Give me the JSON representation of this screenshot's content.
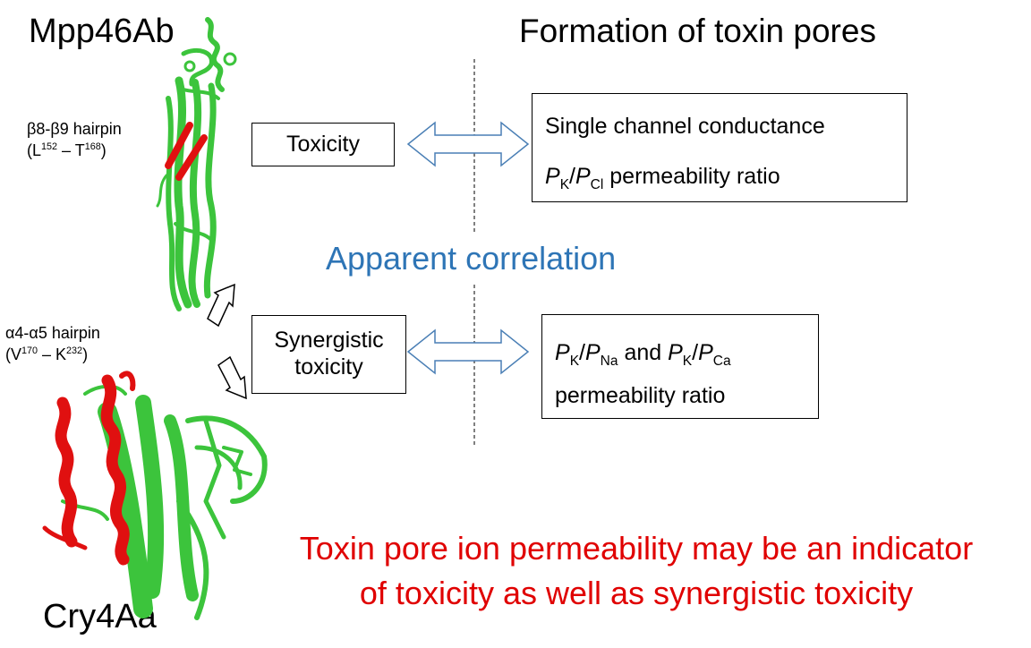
{
  "proteins": {
    "top": "Mpp46Ab",
    "bottom": "Cry4Aa"
  },
  "hairpins": {
    "beta": {
      "name": "β8-β9 hairpin",
      "range_open": "(L",
      "start_sup": "152",
      "dash": " – T",
      "end_sup": "168",
      "range_close": ")"
    },
    "alpha": {
      "name": "α4-α5 hairpin",
      "range_open": "(V",
      "start_sup": "170",
      "dash": " – K",
      "end_sup": "232",
      "range_close": ")"
    }
  },
  "header_right": "Formation of toxin pores",
  "boxes": {
    "toxicity": "Toxicity",
    "synergistic_line1": "Synergistic",
    "synergistic_line2": "toxicity",
    "single_channel": "Single channel conductance",
    "pk_pcl": {
      "p1": "P",
      "s1": "K",
      "slash": "/",
      "p2": "P",
      "s2": "Cl",
      "rest": " permeability ratio"
    },
    "pk_pna": {
      "p1": "P",
      "s1": "K",
      "slash": "/",
      "p2": "P",
      "s2": "Na",
      "and": " and ",
      "p3": "P",
      "s3": "K",
      "slash2": "/",
      "p4": "P",
      "s4": "Ca"
    },
    "permeability_ratio": "permeability ratio"
  },
  "correlation": "Apparent correlation",
  "conclusion_line1": "Toxin pore ion permeability may be an indicator",
  "conclusion_line2": "of toxicity as well as synergistic toxicity",
  "colors": {
    "correlation": "#2e75b6",
    "conclusion": "#e00000",
    "protein_green": "#3cc43c",
    "protein_red": "#e01010",
    "arrow_outline": "#4a7fb5"
  }
}
